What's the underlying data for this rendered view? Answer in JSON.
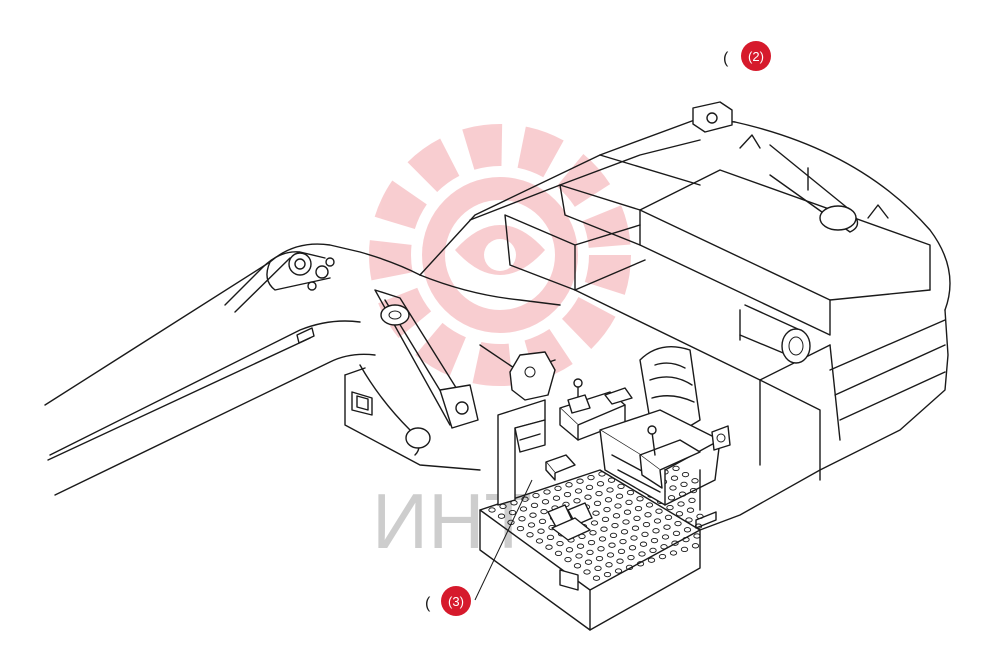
{
  "callouts": [
    {
      "id": "2",
      "label": "(2)",
      "paren": "("
    },
    {
      "id": "3",
      "label": "(3)",
      "paren": "("
    }
  ],
  "watermark": {
    "text": "ИНТ",
    "logo": "gear-emblem",
    "color": "#e8505b"
  },
  "colors": {
    "callout_fill": "#d61a2c",
    "callout_text": "#ffffff",
    "line": "#1a1a1a",
    "watermark_text": "#b8b8b8"
  }
}
